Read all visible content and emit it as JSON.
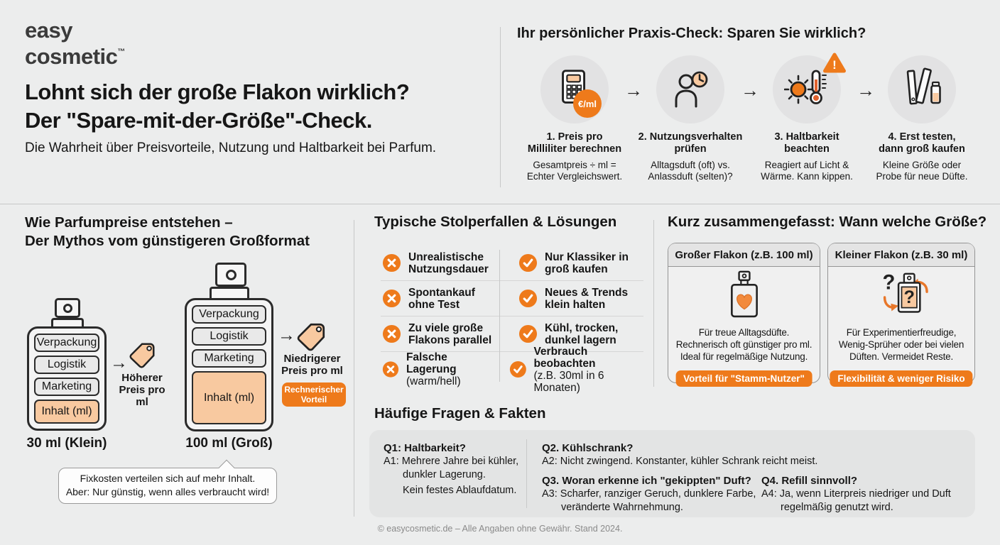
{
  "ui": {
    "arrow": "→"
  },
  "colors": {
    "accent": "#EE7A1B",
    "pale_orange": "#F8C9A0",
    "background": "#ECEDED"
  },
  "brand": {
    "line1": "easy",
    "line2": "cosmetic",
    "tm": "™"
  },
  "header": {
    "title_line1": "Lohnt sich der große Flakon wirklich?",
    "title_line2": "Der \"Spare-mit-der-Größe\"-Check.",
    "subtitle": "Die Wahrheit über Preisvorteile, Nutzung und Haltbarkeit bei Parfum."
  },
  "praxis_check": {
    "title": "Ihr persönlicher Praxis-Check: Sparen Sie wirklich?",
    "steps": [
      {
        "icon": "calculator-euro-icon",
        "badge": "€/ml",
        "t1": "1. Preis pro",
        "t2": "Milliliter berechnen",
        "d1": "Gesamtpreis ÷ ml =",
        "d2": "Echter Vergleichswert."
      },
      {
        "icon": "user-clock-icon",
        "t1": "2. Nutzungsverhalten",
        "t2": "prüfen",
        "d1": "Alltagsduft (oft) vs.",
        "d2": "Anlassduft (selten)?"
      },
      {
        "icon": "sun-thermometer-icon",
        "warn": "!",
        "t1": "3. Haltbarkeit",
        "t2": "beachten",
        "d1": "Reagiert auf Licht &",
        "d2": "Wärme. Kann kippen."
      },
      {
        "icon": "tester-strips-icon",
        "t1": "4. Erst testen,",
        "t2": "dann groß kaufen",
        "d1": "Kleine Größe oder",
        "d2": "Probe für neue Düfte."
      }
    ]
  },
  "price_myth": {
    "title_line1": "Wie Parfumpreise entstehen –",
    "title_line2": "Der Mythos vom günstigeren Großformat",
    "small_bottle": {
      "labels": [
        "Verpackung",
        "Logistik",
        "Marketing"
      ],
      "content_label": "Inhalt (ml)",
      "caption": "30 ml (Klein)",
      "result": "Höherer Preis pro ml"
    },
    "large_bottle": {
      "labels": [
        "Verpackung",
        "Logistik",
        "Marketing"
      ],
      "content_label": "Inhalt (ml)",
      "caption": "100 ml (Groß)",
      "result": "Niedrigerer Preis pro ml",
      "badge": "Rechnerischer Vorteil"
    },
    "note_line1": "Fixkosten verteilen sich auf mehr Inhalt.",
    "note_line2": "Aber: Nur günstig, wenn alles verbraucht wird!"
  },
  "pitfalls": {
    "title": "Typische Stolperfallen & Lösungen",
    "rows": [
      {
        "bad1": "Unrealistische",
        "bad2": "Nutzungsdauer",
        "good1": "Nur Klassiker in",
        "good2": "groß kaufen"
      },
      {
        "bad1": "Spontankauf",
        "bad2": "ohne Test",
        "good1": "Neues & Trends",
        "good2": "klein halten"
      },
      {
        "bad1": "Zu viele große",
        "bad2": "Flakons parallel",
        "good1": "Kühl, trocken,",
        "good2": "dunkel lagern"
      },
      {
        "bad1": "Falsche Lagerung",
        "bad2": "(warm/hell)",
        "good1": "Verbrauch beobachten",
        "good2": "(z.B. 30ml in 6 Monaten)"
      }
    ]
  },
  "summary": {
    "title": "Kurz zusammengefasst: Wann welche Größe?",
    "cards": [
      {
        "header": "Großer Flakon (z.B. 100 ml)",
        "icon": "heart-bottle-icon",
        "l1": "Für treue Alltagsdüfte.",
        "l2": "Rechnerisch oft günstiger pro ml.",
        "l3": "Ideal für regelmäßige Nutzung.",
        "badge": "Vorteil für \"Stamm-Nutzer\""
      },
      {
        "header": "Kleiner Flakon (z.B. 30 ml)",
        "icon": "question-bottle-icon",
        "l1": "Für Experimentierfreudige,",
        "l2": "Wenig-Sprüher oder bei vielen",
        "l3": "Düften. Vermeidet Reste.",
        "badge": "Flexibilität & weniger Risiko"
      }
    ]
  },
  "faq": {
    "title": "Häufige Fragen & Fakten",
    "q1": {
      "q": "Q1: Haltbarkeit?",
      "a": "A1: Mehrere Jahre bei kühler, dunkler Lagerung.",
      "a2": "Kein festes Ablaufdatum."
    },
    "q2": {
      "q": "Q2. Kühlschrank?",
      "a": "A2: Nicht zwingend. Konstanter, kühler Schrank reicht meist."
    },
    "q3": {
      "q": "Q3. Woran erkenne ich \"gekippten\" Duft?",
      "a": "A3: Scharfer, ranziger Geruch, dunklere Farbe, veränderte Wahrnehmung."
    },
    "q4": {
      "q": "Q4. Refill sinnvoll?",
      "a": "A4: Ja, wenn Literpreis niedriger und Duft regelmäßig genutzt wird."
    }
  },
  "footer": "© easycosmetic.de – Alle Angaben ohne Gewähr. Stand 2024."
}
